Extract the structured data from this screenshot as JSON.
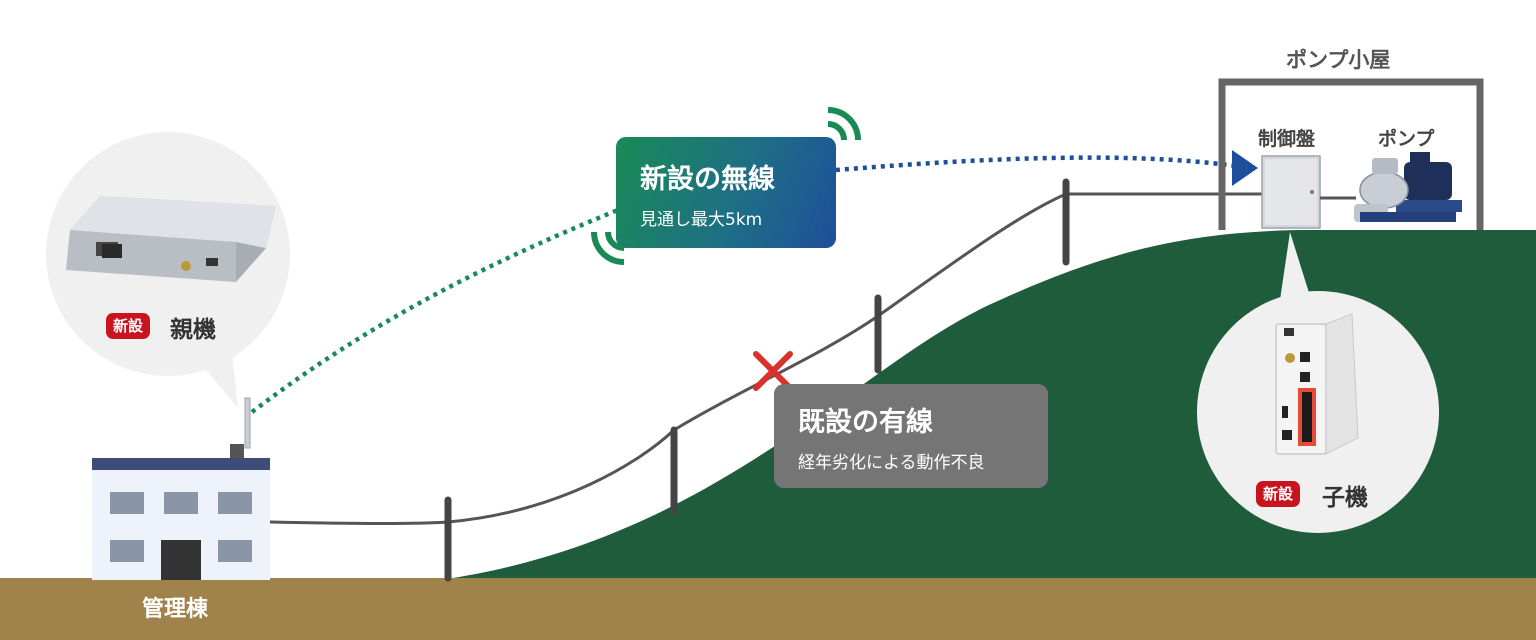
{
  "parent_device": {
    "badge": "新設",
    "label": "親機"
  },
  "child_device": {
    "badge": "新設",
    "label": "子機"
  },
  "building": {
    "label": "管理棟"
  },
  "pump_house": {
    "title": "ポンプ小屋",
    "control_panel": "制御盤",
    "pump": "ポンプ"
  },
  "wireless": {
    "title": "新設の無線",
    "subtitle": "見通し最大5km"
  },
  "wired": {
    "title": "既設の有線",
    "subtitle": "経年劣化による動作不良"
  },
  "colors": {
    "hill": "#1f5c3c",
    "ground": "#a0834a",
    "wireless_green": "#1a8a55",
    "wireless_blue": "#1e4f9a",
    "wired_gray": "#757575",
    "badge_red": "#c8141e",
    "cross_red": "#d9312b",
    "frame_gray": "#555555"
  },
  "icons": [
    "signal-waves-icon",
    "cross-mark-icon",
    "arrow-right-icon"
  ]
}
